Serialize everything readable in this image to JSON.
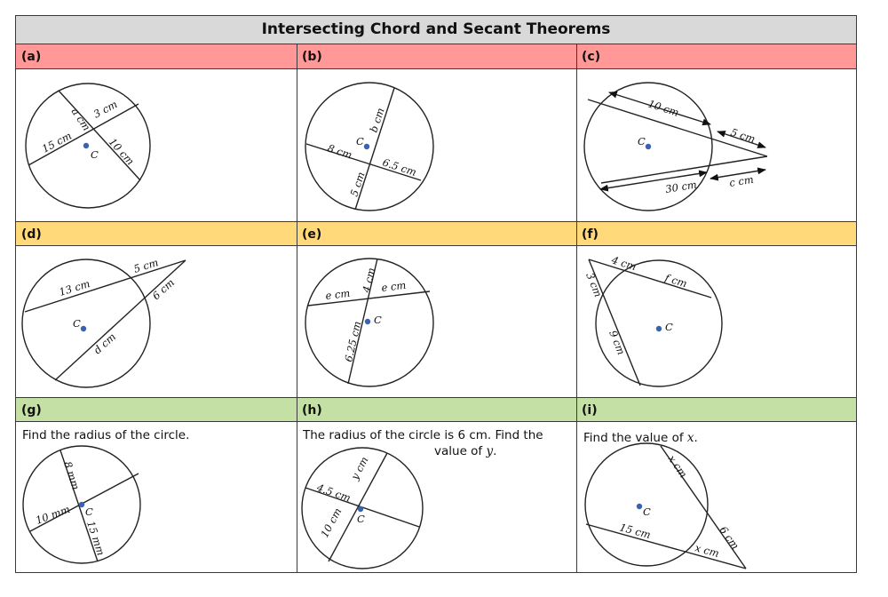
{
  "title": "Intersecting Chord and Secant Theorems",
  "colors": {
    "row1": "#ff9896",
    "row2": "#ffd97a",
    "row3": "#c5e0a5",
    "title_bg": "#d9d9d9",
    "center_dot": "#3a62b0"
  },
  "center_label": "C",
  "panels": {
    "a": {
      "header": "(a)",
      "labels": [
        "a cm",
        "3 cm",
        "15 cm",
        "10 cm"
      ]
    },
    "b": {
      "header": "(b)",
      "labels": [
        "b cm",
        "8 cm",
        "6.5 cm",
        "5 cm"
      ]
    },
    "c": {
      "header": "(c)",
      "labels": [
        "10 cm",
        "5 cm",
        "30 cm",
        "c cm"
      ]
    },
    "d": {
      "header": "(d)",
      "labels": [
        "13 cm",
        "5 cm",
        "6 cm",
        "d cm"
      ]
    },
    "e": {
      "header": "(e)",
      "labels": [
        "4 cm",
        "e cm",
        "e cm",
        "6.25 cm"
      ]
    },
    "f": {
      "header": "(f)",
      "labels": [
        "4 cm",
        "f cm",
        "3 cm",
        "9 cm"
      ]
    },
    "g": {
      "header": "(g)",
      "prompt": "Find the radius of the circle.",
      "labels": [
        "8 mm",
        "10 mm",
        "15 mm"
      ]
    },
    "h": {
      "header": "(h)",
      "prompt_line1": "The radius of the circle is 6 cm. Find the",
      "prompt_line2": "value of",
      "prompt_var": "y",
      "labels": [
        "y cm",
        "4.5 cm",
        "10 cm"
      ]
    },
    "i": {
      "header": "(i)",
      "prompt": "Find the value of",
      "prompt_var": "x",
      "labels": [
        "x cm",
        "6 cm",
        "15 cm",
        "x cm"
      ]
    }
  }
}
